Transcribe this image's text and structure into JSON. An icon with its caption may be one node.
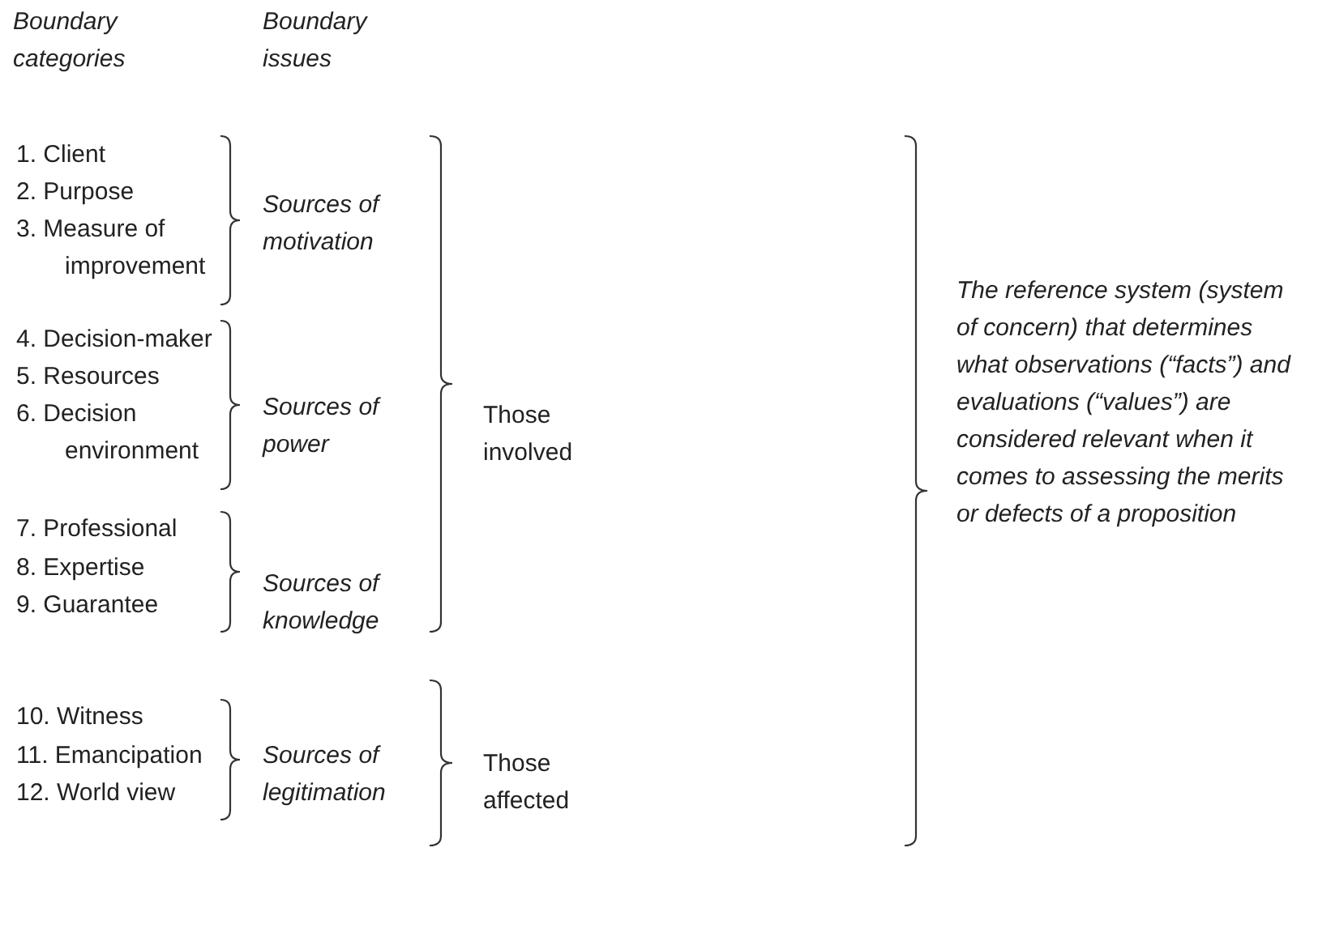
{
  "diagram": {
    "labels": [
      "Boundary categories",
      "Boundary issues",
      "1. Client",
      "2. Purpose",
      "3. Measure of improvement",
      "4. Decision-maker",
      "5. Resources",
      "6. Decision environment",
      "7. Professional",
      "8. Expertise",
      "9. Guarantee",
      "10. Witness",
      "11. Emancipation",
      "12. World view",
      "Sources of motivation",
      "Sources of power",
      "Sources of knowledge",
      "Sources of legitimation",
      "Those involved",
      "Those affected",
      "The reference system (system of concern) that determines what observations (“facts”) and evaluations (“values”) are considered relevant when it comes to assessing the merits or defects of a proposition"
    ]
  }
}
